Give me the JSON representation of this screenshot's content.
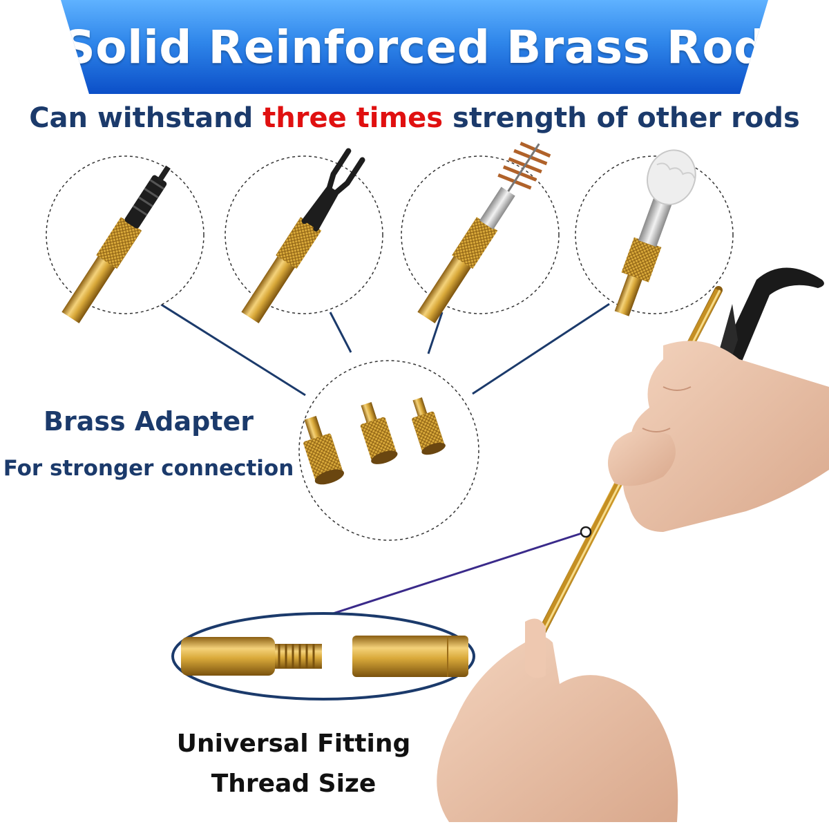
{
  "banner": {
    "title": "Solid Reinforced Brass Rod"
  },
  "subtitle": {
    "prefix": "Can withstand ",
    "highlight": "three times",
    "suffix": " strength of other rods"
  },
  "adapter": {
    "title": "Brass Adapter",
    "caption": "For stronger connection"
  },
  "thread": {
    "line1": "Universal Fitting",
    "line2": "Thread Size"
  },
  "colors": {
    "banner_top": "#5fb2ff",
    "banner_bottom": "#0b4fc8",
    "text_navy": "#1b3a6b",
    "text_highlight": "#e01010",
    "brass": "#d9a93a",
    "connector": "#1b3a6b"
  },
  "icons": [
    "jag-tip-icon",
    "slotted-tip-icon",
    "bronze-bore-brush-icon",
    "cotton-mop-icon",
    "brass-adapters-icon",
    "thread-joint-icon",
    "rod-handle-icon"
  ]
}
